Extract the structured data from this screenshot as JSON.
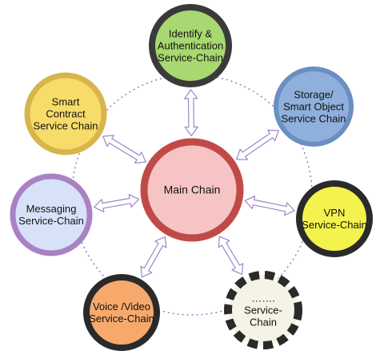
{
  "center": {
    "lines": [
      "Main  Chain"
    ]
  },
  "nodes": [
    {
      "id": "identify",
      "lines": [
        "Identify &",
        "Authentication",
        "Service-Chain"
      ],
      "fill": "#a8d870",
      "stroke": "#3a3a3a",
      "dashed": false
    },
    {
      "id": "storage",
      "lines": [
        "Storage/",
        "Smart Object",
        "Service Chain"
      ],
      "fill": "#8fb0dc",
      "stroke": "#6a8fc0",
      "dashed": false
    },
    {
      "id": "vpn",
      "lines": [
        "VPN",
        "Service-Chain"
      ],
      "fill": "#f4f24c",
      "stroke": "#2a2a2a",
      "dashed": false
    },
    {
      "id": "other",
      "lines": [
        "…….",
        "Service-",
        "Chain"
      ],
      "fill": "#f5f2e6",
      "stroke": "#2a2a2a",
      "dashed": true
    },
    {
      "id": "voice",
      "lines": [
        "Voice /Video",
        "Service-Chain"
      ],
      "fill": "#f7a96c",
      "stroke": "#2a2a2a",
      "dashed": false
    },
    {
      "id": "messaging",
      "lines": [
        "Messaging",
        "Service-Chain"
      ],
      "fill": "#d7e2f8",
      "stroke": "#a882c4",
      "dashed": false
    },
    {
      "id": "smart",
      "lines": [
        "Smart",
        "Contract",
        "Service Chain"
      ],
      "fill": "#f7dc6a",
      "stroke": "#d8b44c",
      "dashed": false
    }
  ],
  "colors": {
    "center_fill": "#f6c4c4",
    "center_stroke": "#c04a47",
    "arrow_fill": "#ffffff",
    "arrow_stroke": "#9a88c8",
    "orbit": "#9b72b8"
  }
}
